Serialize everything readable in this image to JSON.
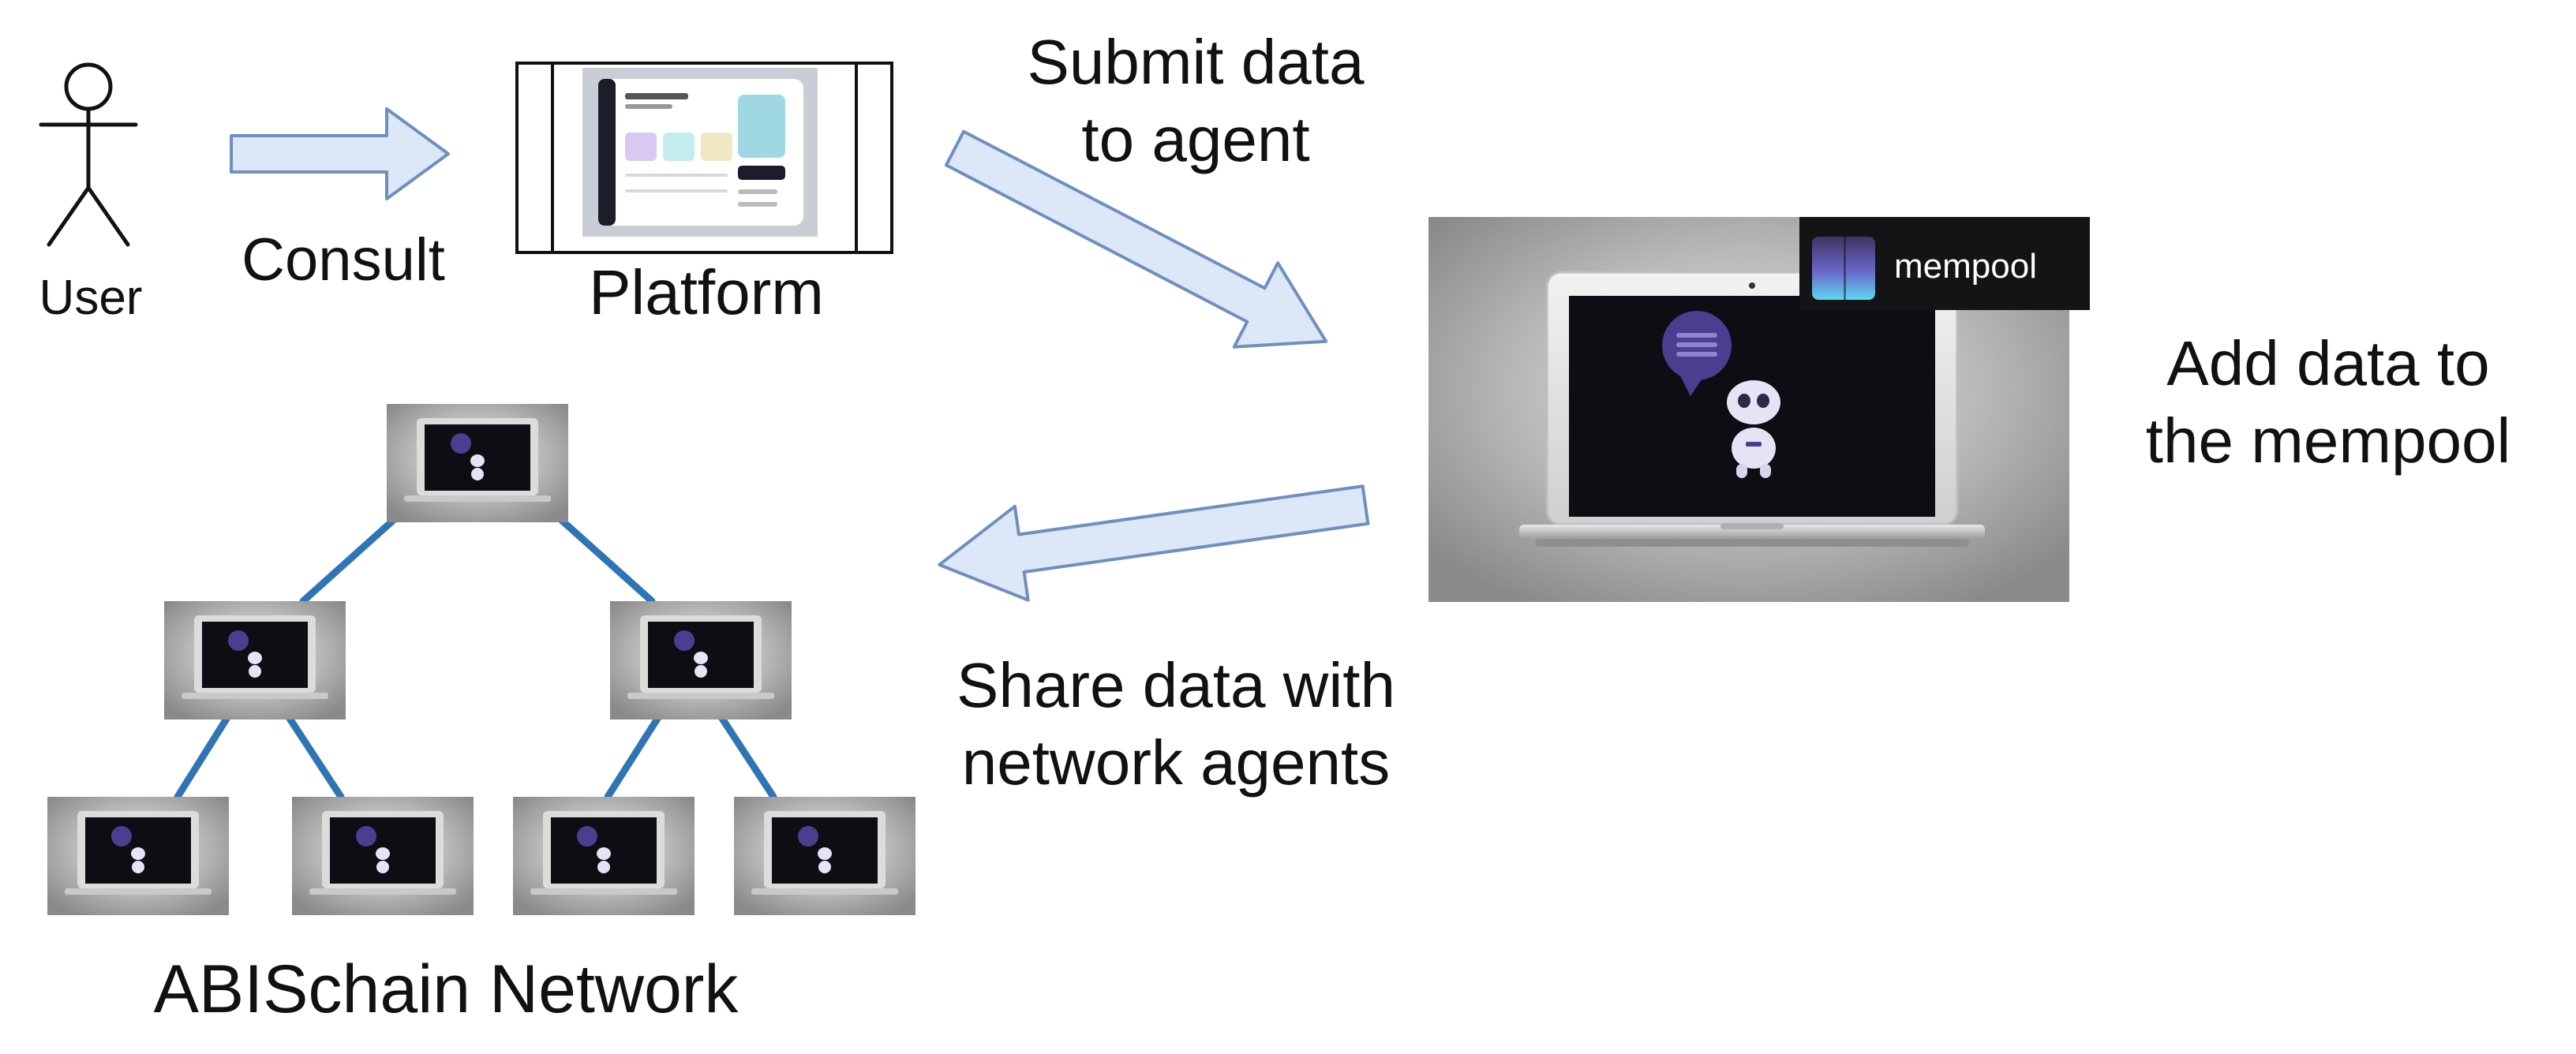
{
  "actors": {
    "user_label": "User",
    "platform_label": "Platform",
    "network_label": "ABISchain Network"
  },
  "arrows": {
    "consult": "Consult",
    "submit_line1": "Submit data",
    "submit_line2": "to agent",
    "add_line1": "Add data to",
    "add_line2": "the mempool",
    "share_line1": "Share data with",
    "share_line2": "network agents"
  },
  "mempool_badge": {
    "label": "mempool"
  },
  "icons": [
    "user-stick-figure-icon",
    "platform-screenshot-icon",
    "agent-laptop-icon",
    "robot-icon",
    "chat-bubble-icon",
    "mempool-logo-icon",
    "network-node-laptop-icon"
  ],
  "colors": {
    "arrow_fill": "#dce8f8",
    "arrow_stroke": "#6f8fbf",
    "network_edge": "#2f74b5",
    "laptop_screen": "#0d0d14",
    "robot_body": "#e6e3f4",
    "robot_accent": "#4a3f8e",
    "badge_bg": "#141416",
    "node_bg": "#9a9a9a"
  }
}
